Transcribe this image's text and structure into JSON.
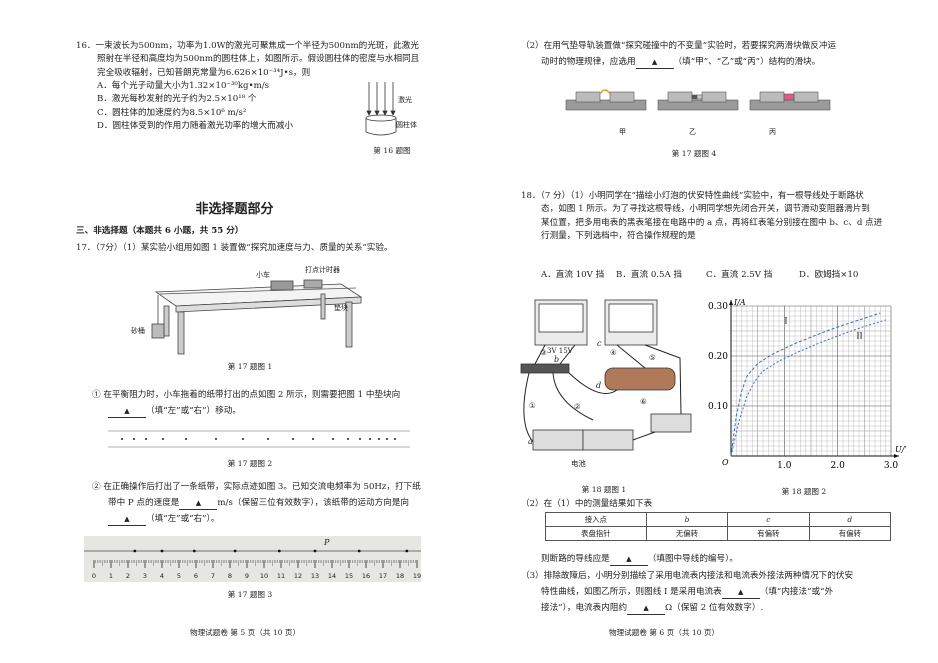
{
  "left": {
    "q16": {
      "stem1": "16．一束波长为500nm，功率为1.0W的激光可聚焦成一个半径为500nm的光斑，此激光",
      "stem2": "照射在半径和高度均为500nm的圆柱体上，如图所示。假设圆柱体的密度与水相同且",
      "stem3": "完全吸收辐射，已知普朗克常量为6.626×10⁻³⁴J•s，则",
      "optA": "A．每个光子动量大小为1.32×10⁻³⁰kg•m/s",
      "optB": "B．激光每秒发射的光子约为2.5×10¹⁸ 个",
      "optC": "C．圆柱体的加速度约为8.5×10⁶ m/s²",
      "optD": "D．圆柱体受到的作用力随着激光功率的增大而减小",
      "fig_label_laser": "激光",
      "fig_label_cyl": "圆柱体",
      "fig_caption": "第 16 题图"
    },
    "section_title": "非选择题部分",
    "section_sub": "三、非选择题（本题共 6 小题，共 55 分）",
    "q17": {
      "stem": "17．（7分）（1）某实验小组用如图 1 装置做“探究加速度与力、质量的关系”实验。",
      "fig1_cart": "小车",
      "fig1_timer": "打点计时器",
      "fig1_block": "垫块",
      "fig1_sand": "砂桶",
      "fig1_caption": "第 17 题图 1",
      "p1_line1": "① 在平衡阻力时，小车拖着的纸带打出的点如图 2 所示，则需要把图 1 中垫块向",
      "p1_blank": "▲",
      "p1_line2": "（填“左”或“右”）移动。",
      "fig2_caption": "第 17 题图 2",
      "p2_line1": "② 在正确操作后打出了一条纸带，实际点迹如图 3。已知交流电频率为 50Hz，打下纸",
      "p2_line2a": "带中 P 点的速度是",
      "p2_blank1": "▲",
      "p2_line2b": "m/s（保留三位有效数字），该纸带的运动方向是向",
      "p2_blank2": "▲",
      "p2_line3": "（填“左”或“右”）。",
      "fig3_P": "P",
      "fig3_ticks": [
        "0",
        "1",
        "2",
        "3",
        "4",
        "5",
        "6",
        "7",
        "8",
        "9",
        "10",
        "11",
        "12",
        "13",
        "14",
        "15",
        "16",
        "17",
        "18",
        "19"
      ],
      "fig3_caption": "第 17 题图 3"
    },
    "footer": "物理试题卷     第 5 页（共 10 页）"
  },
  "right": {
    "q17_2_line1": "（2）在用气垫导轨装置做“探究碰撞中的不变量”实验时，若要探究两滑块做反冲运",
    "q17_2_line2a": "动时的物理规律，应选用",
    "q17_2_blank": "▲",
    "q17_2_line2b": "（填“甲”、“乙”或“丙”）结构的滑块。",
    "fig4_labels": [
      "甲",
      "乙",
      "丙"
    ],
    "fig4_caption": "第 17 题图 4",
    "q18": {
      "stem1": "18．（7 分）（1）小明同学在“描绘小灯泡的伏安特性曲线”实验中，有一根导线处于断路状",
      "stem2": "态，如图 1 所示。为了寻找这根导线，小明同学想先闭合开关，调节滑动变阻器滑片到",
      "stem3": "某位置，把多用电表的黑表笔接在电路中的 a 点，再将红表笔分别接在图中 b、c、d 点进",
      "stem4": "行测量，下列选档中，符合操作规程的是",
      "optA": "A．直流 10V 挡",
      "optB": "B．直流 0.5A 挡",
      "optC": "C．直流 2.5V 挡",
      "optD": "D．欧姆挡×10",
      "fig1_caption": "第 18 题图 1",
      "fig1_meterV": "3V 15V",
      "fig1_battery": "电池",
      "fig1_wire_labels": [
        "①",
        "②",
        "③",
        "④",
        "⑤",
        "⑥"
      ],
      "fig1_points": [
        "a",
        "b",
        "c",
        "d"
      ],
      "fig2_caption": "第 18 题图 2",
      "part2_line": "（2）在（1）中的测量结果如下表",
      "table_header": [
        "接入点",
        "b",
        "c",
        "d"
      ],
      "table_row": [
        "表盘指针",
        "无偏转",
        "有偏转",
        "有偏转"
      ],
      "part2_answer_a": "则断路的导线应是",
      "part2_blank": "▲",
      "part2_answer_b": "（填图中导线的编号）。",
      "part3_line1": "（3）排除故障后，小明分别描绘了采用电流表内接法和电流表外接法两种情况下的伏安",
      "part3_line2a": "特性曲线，如图乙所示，则图线 I 是采用电流表",
      "part3_blank1": "▲",
      "part3_line2b": "（填“内接法”或“外",
      "part3_line3a": "接法”），电流表内阻约",
      "part3_blank2": "▲",
      "part3_line3b": "Ω（保留 2 位有效数字）."
    },
    "footer": "物理试题卷     第 6 页（共 10 页）"
  },
  "chart_data": {
    "type": "line",
    "xlabel": "U/V",
    "ylabel": "I/A",
    "xlim": [
      0,
      3.0
    ],
    "ylim": [
      0,
      0.3
    ],
    "x_ticks": [
      "1.0",
      "2.0",
      "3.0"
    ],
    "y_ticks": [
      "0.10",
      "0.20",
      "0.30"
    ],
    "origin_label": "O",
    "grid": true,
    "series": [
      {
        "name": "I",
        "x": [
          0,
          0.1,
          0.2,
          0.3,
          0.5,
          0.8,
          1.2,
          1.6,
          2.0,
          2.4,
          2.8
        ],
        "values": [
          0,
          0.08,
          0.13,
          0.16,
          0.185,
          0.205,
          0.225,
          0.242,
          0.258,
          0.272,
          0.286
        ]
      },
      {
        "name": "II",
        "x": [
          0,
          0.15,
          0.3,
          0.45,
          0.6,
          0.9,
          1.3,
          1.7,
          2.1,
          2.5,
          2.9
        ],
        "values": [
          0,
          0.07,
          0.12,
          0.15,
          0.17,
          0.19,
          0.21,
          0.228,
          0.244,
          0.259,
          0.272
        ]
      }
    ]
  }
}
